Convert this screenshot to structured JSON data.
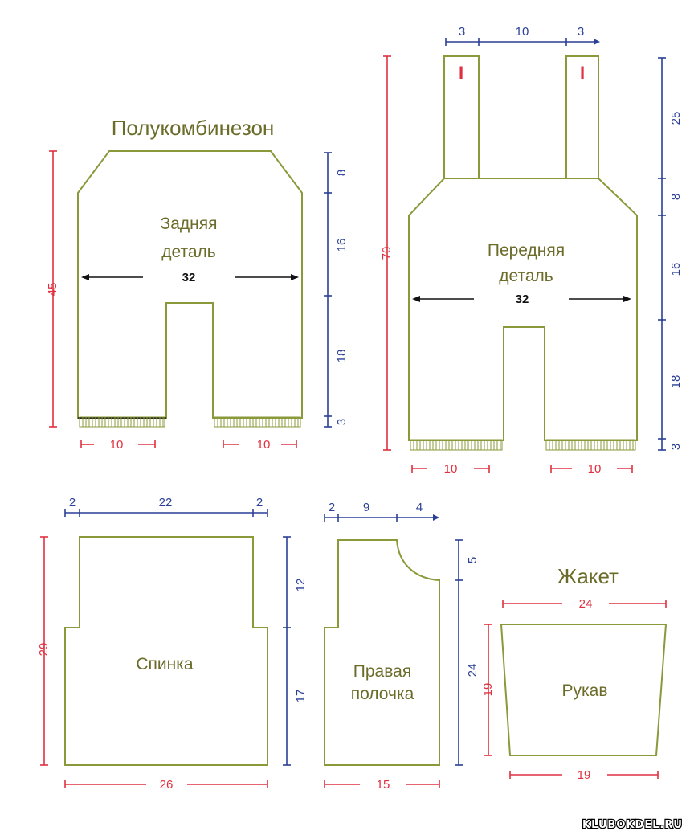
{
  "titles": {
    "overalls": "Полукомбинезон",
    "jacket": "Жакет"
  },
  "back_piece": {
    "label_line1": "Задняя",
    "label_line2": "деталь",
    "width": "32",
    "height_total": "45",
    "seg_top": "8",
    "seg_mid": "16",
    "seg_low": "18",
    "seg_rib": "3",
    "leg_left": "10",
    "leg_right": "10"
  },
  "front_piece": {
    "label_line1": "Передняя",
    "label_line2": "деталь",
    "width": "32",
    "height_total": "70",
    "strap_left": "3",
    "strap_gap": "10",
    "strap_right": "3",
    "seg_strap": "25",
    "seg_top": "8",
    "seg_mid": "16",
    "seg_low": "18",
    "seg_rib": "3",
    "leg_left": "10",
    "leg_right": "10",
    "buttonhole_mark": "I"
  },
  "jacket_back": {
    "label": "Спинка",
    "top_left": "2",
    "top_mid": "22",
    "top_right": "2",
    "height_total": "29",
    "seg_upper": "12",
    "seg_lower": "17",
    "bottom": "26"
  },
  "right_front": {
    "label_line1": "Правая",
    "label_line2": "полочка",
    "top_left": "2",
    "top_mid": "9",
    "top_right": "4",
    "seg_neck": "5",
    "height_total": "24",
    "bottom": "15"
  },
  "sleeve": {
    "label": "Рукав",
    "top": "24",
    "height": "19",
    "bottom": "19"
  },
  "watermark": "KLUBOKDEL.RU",
  "colors": {
    "outline": "#8a9a3a",
    "measure_red": "#e03040",
    "measure_blue": "#2a3f96",
    "label_olive": "#6b6b2a"
  }
}
